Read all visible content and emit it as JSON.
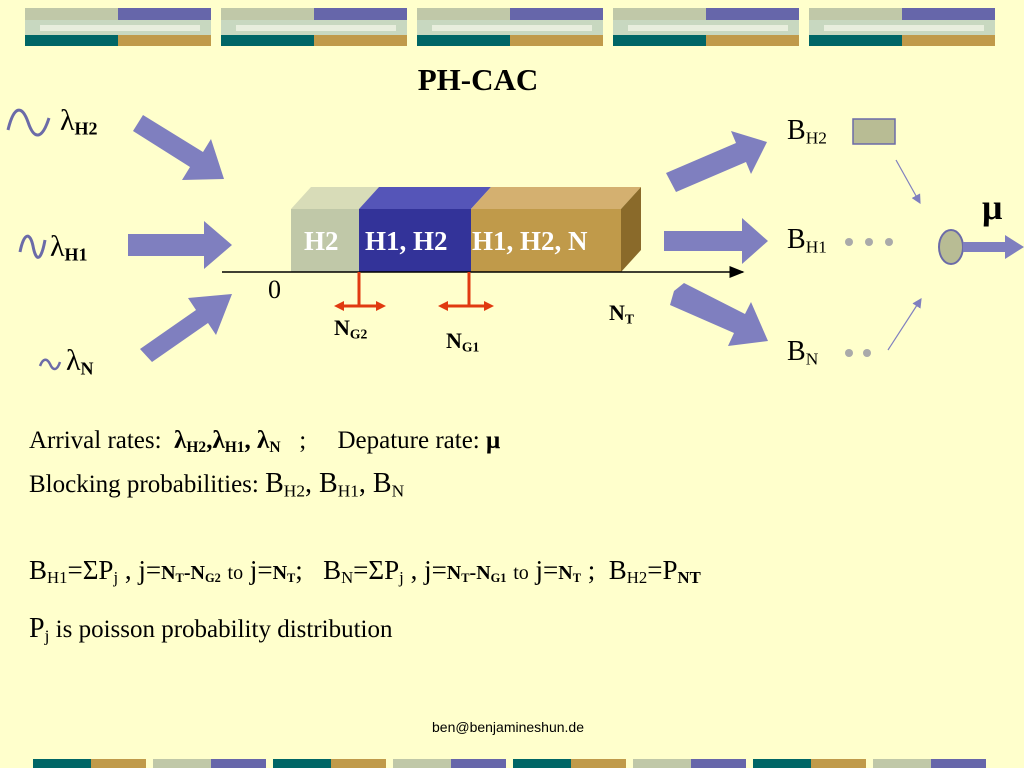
{
  "title": "PH-CAC",
  "colors": {
    "background": "#FFFFCC",
    "blue": "#333399",
    "gold": "#C09A4A",
    "teal": "#006666",
    "gray_green": "#C0C8A8",
    "arrow": "#7F7FBF",
    "marker": "#E03A10"
  },
  "icons": {
    "wave": "sine-wave-icon",
    "server": "server-ellipse-icon"
  },
  "arrivals": [
    {
      "sym": "λ",
      "sub": "H2"
    },
    {
      "sym": "λ",
      "sub": "H1"
    },
    {
      "sym": "λ",
      "sub": "N"
    }
  ],
  "queue": {
    "segments": [
      "H2",
      "H1, H2",
      "H1, H2, N"
    ],
    "origin": "0",
    "thresholds": [
      {
        "sym": "N",
        "sub": "G2"
      },
      {
        "sym": "N",
        "sub": "G1"
      },
      {
        "sym": "N",
        "sub": "T"
      }
    ]
  },
  "blocking": [
    {
      "sym": "B",
      "sub": "H2"
    },
    {
      "sym": "B",
      "sub": "H1"
    },
    {
      "sym": "B",
      "sub": "N"
    }
  ],
  "departure_symbol": "μ",
  "line1": {
    "label": "Arrival rates:",
    "sym": "λ",
    "subs": [
      "H2",
      "H1",
      "N"
    ],
    "comma": ",",
    "semi": ";",
    "dep_label": "Depature rate:",
    "dep_sym": "μ"
  },
  "line2": {
    "label": "Blocking probabilities:",
    "sym": "B",
    "subs": [
      "H2",
      "H1",
      "N"
    ],
    "comma": ", "
  },
  "formula": {
    "b_h1": {
      "sym": "B",
      "sub": "H1"
    },
    "eq_sum": "=Σ",
    "p": {
      "sym": "P",
      "sub": "j"
    },
    "j_eq": " , j=",
    "nt": {
      "sym": "N",
      "sub": "T"
    },
    "minus": "-",
    "ng2": {
      "sym": "N",
      "sub": "G2"
    },
    "to": "to",
    "j_eq2": "j=",
    "semi": ";",
    "b_n": {
      "sym": "B",
      "sub": "N"
    },
    "ng1": {
      "sym": "N",
      "sub": "G1"
    },
    "comma_j": " ,  j=",
    "b_h2": {
      "sym": "B",
      "sub": "H2"
    },
    "eq": "=",
    "p_nt": {
      "sym": "P",
      "sub": "NT"
    }
  },
  "line4": {
    "p": {
      "sym": "P",
      "sub": "j"
    },
    "text": "is poisson probability distribution"
  },
  "footer": {
    "email": "ben@benjamineshun.de"
  }
}
